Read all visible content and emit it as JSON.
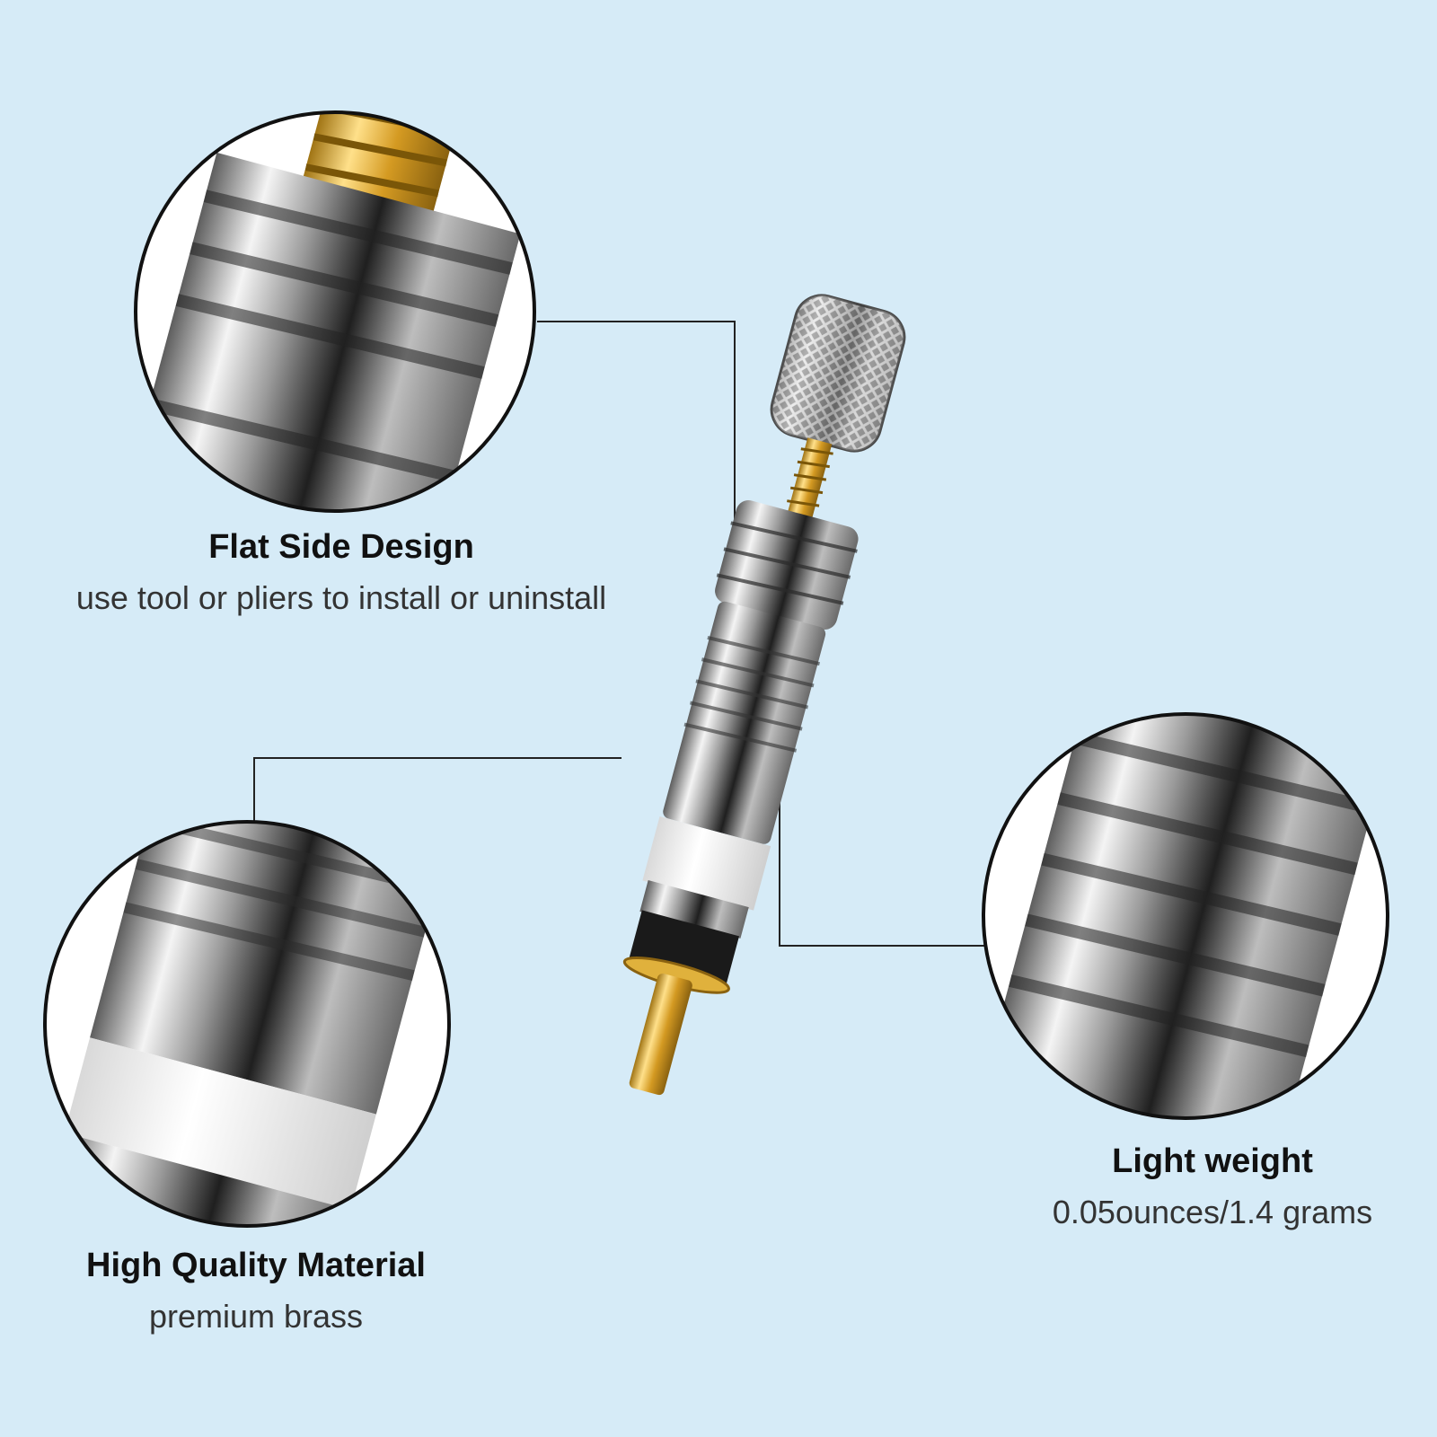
{
  "background_color": "#d6ebf7",
  "features": [
    {
      "title": "Flat Side Design",
      "subtitle": "use tool or pliers to install or uninstall"
    },
    {
      "title": "High Quality Material",
      "subtitle": "premium brass"
    },
    {
      "title": "Light weight",
      "subtitle": "0.05ounces/1.4 grams"
    }
  ]
}
